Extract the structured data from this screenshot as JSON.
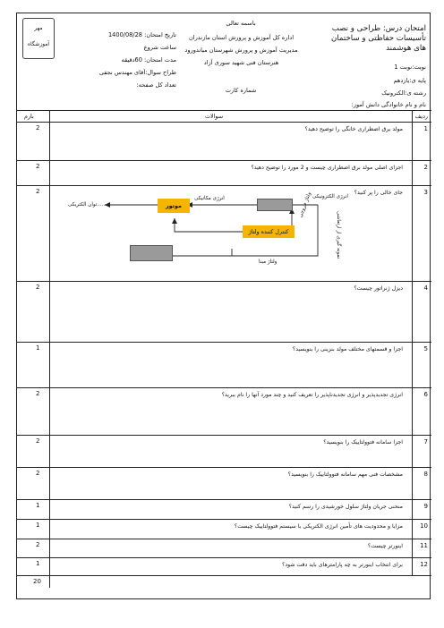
{
  "header": {
    "stamp_line1": "مهر",
    "stamp_line2": "آموزشگاه",
    "bismillah": "باسمه تعالی",
    "org1": "اداره کل آموزش و پرورش استان مازندران",
    "org2": "مدیریت آموزش و پرورش شهرستان میاندورود",
    "org3": "هنرستان فنی شهید سوری آزاد",
    "card_no": "شماره کارت",
    "exam_date": "تاریخ امتحان: 1400/08/28",
    "start_time": "ساعت شروع",
    "duration": "مدت امتحان: 60دقیقه",
    "designer": "طراح سوال:آقای مهندس نجفی",
    "pages": "تعداد کل صفحه:",
    "course_title": "امتحان درس: طراحی و نصب تأسیسات حفاظتی و ساختمان های هوشمند",
    "term": "نوبت:نوبت 1",
    "grade": "پایه ی:یازدهم",
    "field": "رشته ی:الکترونیک",
    "student": "نام و نام خانوادگی دانش آموز:"
  },
  "table": {
    "col_row": "ردیف",
    "col_questions": "سوالات",
    "col_score": "بارم"
  },
  "questions": [
    {
      "n": "1",
      "text": "مولد برق اضطراری خانگی را توضیح دهید؟",
      "score": "2"
    },
    {
      "n": "2",
      "text": "اجزای اصلی مولد برق اضطراری چیست و 2 مورد را توضیح دهید؟",
      "score": "2"
    },
    {
      "n": "3",
      "text": "جای خالی را پر کنید؟",
      "score": "2"
    },
    {
      "n": "4",
      "text": "دیزل ژنراتور چیست؟",
      "score": "2"
    },
    {
      "n": "5",
      "text": "اجزا و قسمتهای مختلف مولد بنزینی را بنویسید؟",
      "score": "1"
    },
    {
      "n": "6",
      "text": "انرژی تجدیدپذیر و انرژی تجدیدناپذیر را تعریف کنید و چند مورد آنها را نام ببرید؟",
      "score": "2"
    },
    {
      "n": "7",
      "text": "اجزا سامانه فتوولتاییک را بنویسید؟",
      "score": "2"
    },
    {
      "n": "8",
      "text": "مشخصات فنی مهم سامانه فتوولتاییک را بنویسید؟",
      "score": "2"
    },
    {
      "n": "9",
      "text": "منحنی جریان ولتاژ سلول خورشیدی را رسم کنید؟",
      "score": "1"
    },
    {
      "n": "10",
      "text": "مزایا و محدودیت های تأمین انرژی الکتریکی با سیستم فتوولتاییک چیست؟",
      "score": "1"
    },
    {
      "n": "11",
      "text": "اینورتر چیست؟",
      "score": "2"
    },
    {
      "n": "12",
      "text": "برای انتخاب اینورتر به چه پارامترهای باید دقت شود؟",
      "score": "1"
    }
  ],
  "total_score": "20",
  "diagram": {
    "output_label": "......توان الکتریکی",
    "mech_energy": "انرژی مکانیکی",
    "motor": "موتور",
    "elec_energy": "انرژی الکترونیکی",
    "controller": "کنترل کننده ولتاژ",
    "feedback": "ولتاژ مبنا",
    "sensor": "ولتاژ خروجی",
    "side": "نمونه گیری از ارتعاشی",
    "motor_color": "#f5b400",
    "controller_color": "#f5b400",
    "blank_color": "#9a9a9a"
  }
}
